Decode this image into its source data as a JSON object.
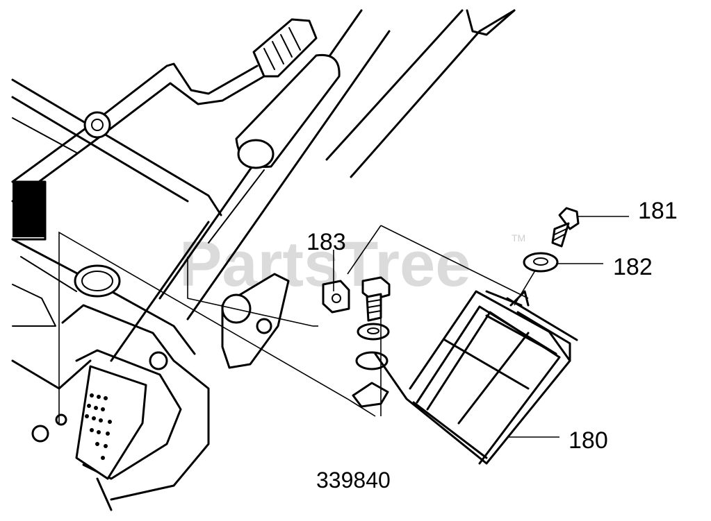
{
  "diagram": {
    "part_number": "339840",
    "watermark": "PartsTree",
    "watermark_tm": "TM",
    "callouts": [
      {
        "id": "c180",
        "label": "180"
      },
      {
        "id": "c181",
        "label": "181"
      },
      {
        "id": "c182",
        "label": "182"
      },
      {
        "id": "c183",
        "label": "183"
      }
    ]
  }
}
